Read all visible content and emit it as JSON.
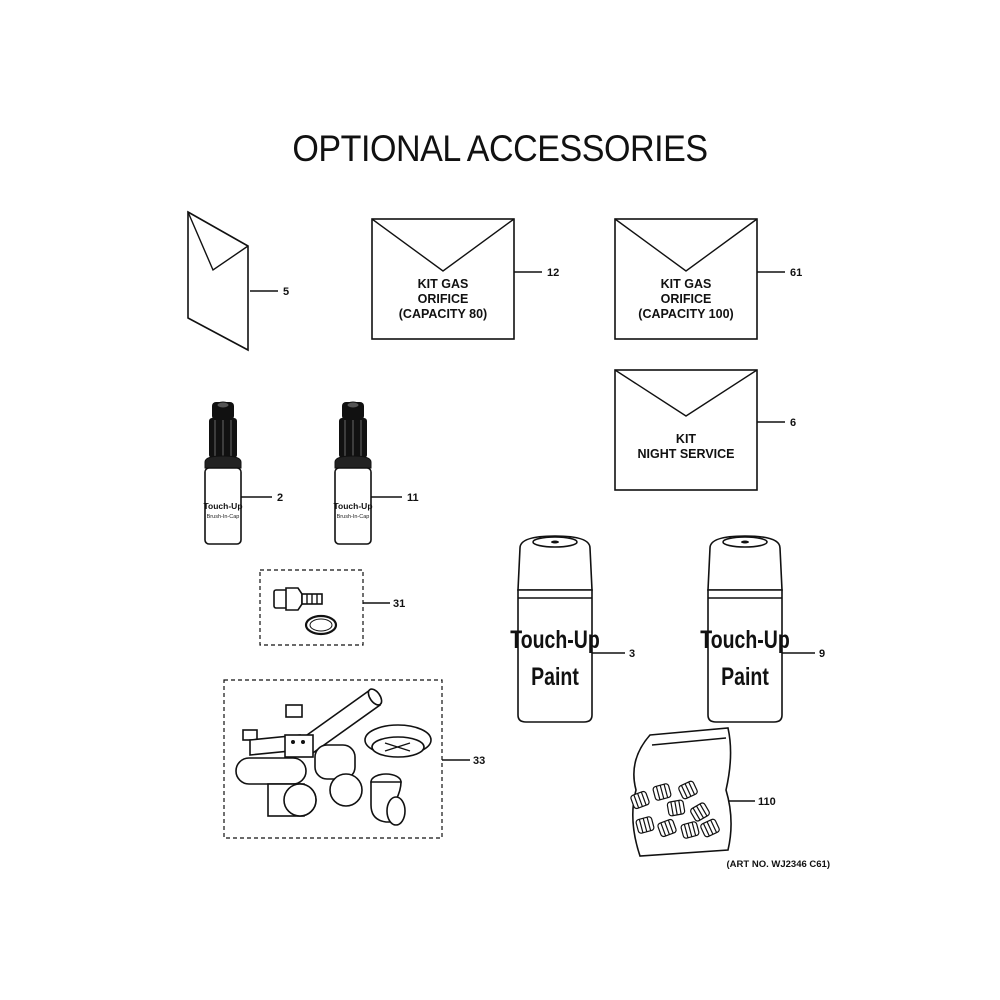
{
  "title": "OPTIONAL ACCESSORIES",
  "callouts": {
    "c5": "5",
    "c12": "12",
    "c61": "61",
    "c6": "6",
    "c2": "2",
    "c11": "11",
    "c31": "31",
    "c33": "33",
    "c3": "3",
    "c9": "9",
    "c110": "110"
  },
  "envelopes": {
    "gas80": {
      "line1": "KIT GAS",
      "line2": "ORIFICE",
      "line3": "(CAPACITY 80)"
    },
    "gas100": {
      "line1": "KIT GAS",
      "line2": "ORIFICE",
      "line3": "(CAPACITY 100)"
    },
    "night": {
      "line1": "KIT",
      "line2": "NIGHT SERVICE"
    }
  },
  "pens": {
    "label": "Touch-Up",
    "sublabel": "Brush-In-Cap"
  },
  "cans": {
    "line1": "Touch-Up",
    "line2": "Paint"
  },
  "art_no": "(ART NO. WJ2346 C61)"
}
